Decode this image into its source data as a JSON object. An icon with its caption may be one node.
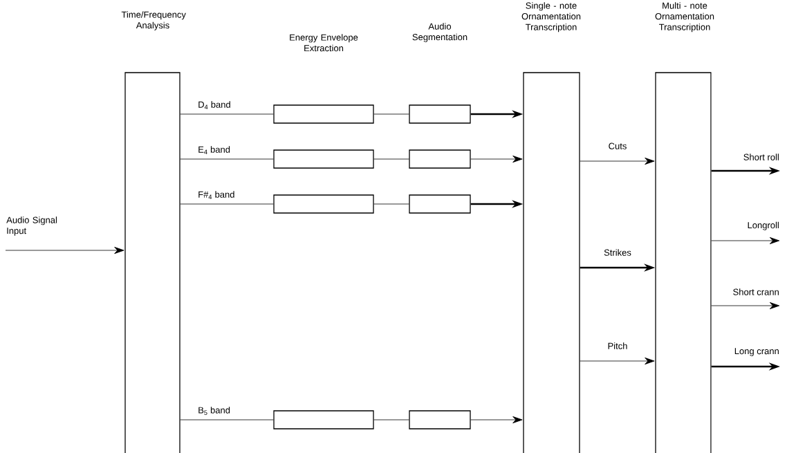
{
  "diagram": {
    "nodes": [
      {
        "text": [
          "Time/Frequency Analysis"
        ]
      },
      {
        "text": [
          "Single - note Ornamentation Transcription"
        ]
      },
      {
        "text": [
          "Multi - note Ornamentation Transcription"
        ]
      },
      {
        "text": [],
        "shape": "box"
      },
      {
        "text": [],
        "shape": "box"
      },
      {
        "text": [],
        "shape": "box"
      },
      {
        "text": [],
        "shape": "box"
      },
      {
        "text": [],
        "shape": "box"
      },
      {
        "text": [],
        "shape": "box"
      },
      {
        "text": [],
        "shape": "box"
      },
      {
        "text": [],
        "shape": "box"
      }
    ],
    "edges": [
      {
        "from": null,
        "to": 0,
        "arrow": "to",
        "label": "Audio Signal Input"
      },
      {
        "from": 0,
        "to": 3,
        "arrow": "none",
        "label": "D$_{4}$ band"
      },
      {
        "from": 0,
        "to": 4,
        "arrow": "none",
        "label": "E$_{4}$ band"
      },
      {
        "from": 0,
        "to": 5,
        "arrow": "none",
        "label": "F#$_{4}$ band"
      },
      {
        "from": 0,
        "to": 6,
        "arrow": "none",
        "label": "B$_{5}$ band"
      },
      {
        "from": 3,
        "to": 7,
        "arrow": "none"
      },
      {
        "from": 4,
        "to": 8,
        "arrow": "none"
      },
      {
        "from": 5,
        "to": 9,
        "arrow": "none"
      },
      {
        "from": 6,
        "to": 10,
        "arrow": "none"
      },
      {
        "from": 7,
        "to": 1,
        "arrow": "to",
        "style": "thick"
      },
      {
        "from": 8,
        "to": 1,
        "arrow": "to"
      },
      {
        "from": 9,
        "to": 1,
        "arrow": "to",
        "style": "thick"
      },
      {
        "from": 10,
        "to": 1,
        "arrow": "to"
      },
      {
        "from": 1,
        "to": 2,
        "arrow": "to",
        "label": "Cuts"
      },
      {
        "from": 1,
        "to": 2,
        "arrow": "to",
        "label": "Strikes",
        "style": "thick"
      },
      {
        "from": 1,
        "to": 2,
        "arrow": "to",
        "label": "Pitch"
      },
      {
        "from": 2,
        "to": null,
        "arrow": "to",
        "label": "Short roll",
        "style": "thick"
      },
      {
        "from": 2,
        "to": null,
        "arrow": "to",
        "label": "Longroll"
      },
      {
        "from": 2,
        "to": null,
        "arrow": "to",
        "label": "Short crann"
      },
      {
        "from": 2,
        "to": null,
        "arrow": "to",
        "label": "Long crann",
        "style": "thick"
      }
    ],
    "labels": [
      "Energy Envelope Extraction",
      "Audio Segmentation"
    ]
  }
}
